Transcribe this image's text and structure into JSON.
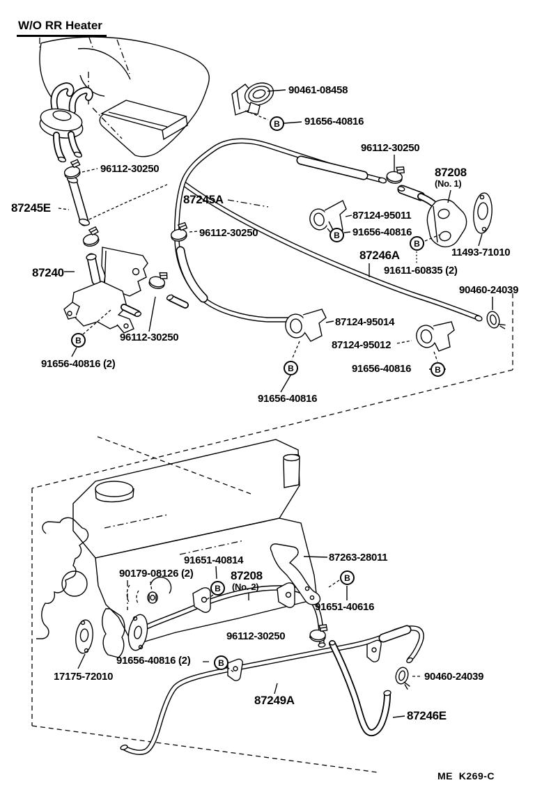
{
  "title": "W/O RR Heater",
  "diagram_code": "ME  K269-C",
  "symbols": {
    "bolt_marker": "B"
  },
  "part_labels": [
    {
      "text": "90461-08458"
    },
    {
      "text": "91656-40816"
    },
    {
      "text": "96112-30250"
    },
    {
      "text": "87245E"
    },
    {
      "text": "87245A"
    },
    {
      "text": "96112-30250"
    },
    {
      "text": "87208"
    },
    {
      "text": "(No. 1)"
    },
    {
      "text": "87124-95011"
    },
    {
      "text": "91656-40816"
    },
    {
      "text": "96112-30250"
    },
    {
      "text": "11493-71010"
    },
    {
      "text": "87246A"
    },
    {
      "text": "91611-60835 (2)"
    },
    {
      "text": "90460-24039"
    },
    {
      "text": "87240"
    },
    {
      "text": "96112-30250"
    },
    {
      "text": "91656-40816 (2)"
    },
    {
      "text": "87124-95014"
    },
    {
      "text": "87124-95012"
    },
    {
      "text": "91656-40816"
    },
    {
      "text": "91656-40816"
    },
    {
      "text": "87263-28011"
    },
    {
      "text": "91651-40814"
    },
    {
      "text": "90179-08126 (2)"
    },
    {
      "text": "87208"
    },
    {
      "text": "(No. 2)"
    },
    {
      "text": "91651-40616"
    },
    {
      "text": "96112-30250"
    },
    {
      "text": "17175-72010"
    },
    {
      "text": "91656-40816 (2)"
    },
    {
      "text": "90460-24039"
    },
    {
      "text": "87249A"
    },
    {
      "text": "87246E"
    }
  ]
}
